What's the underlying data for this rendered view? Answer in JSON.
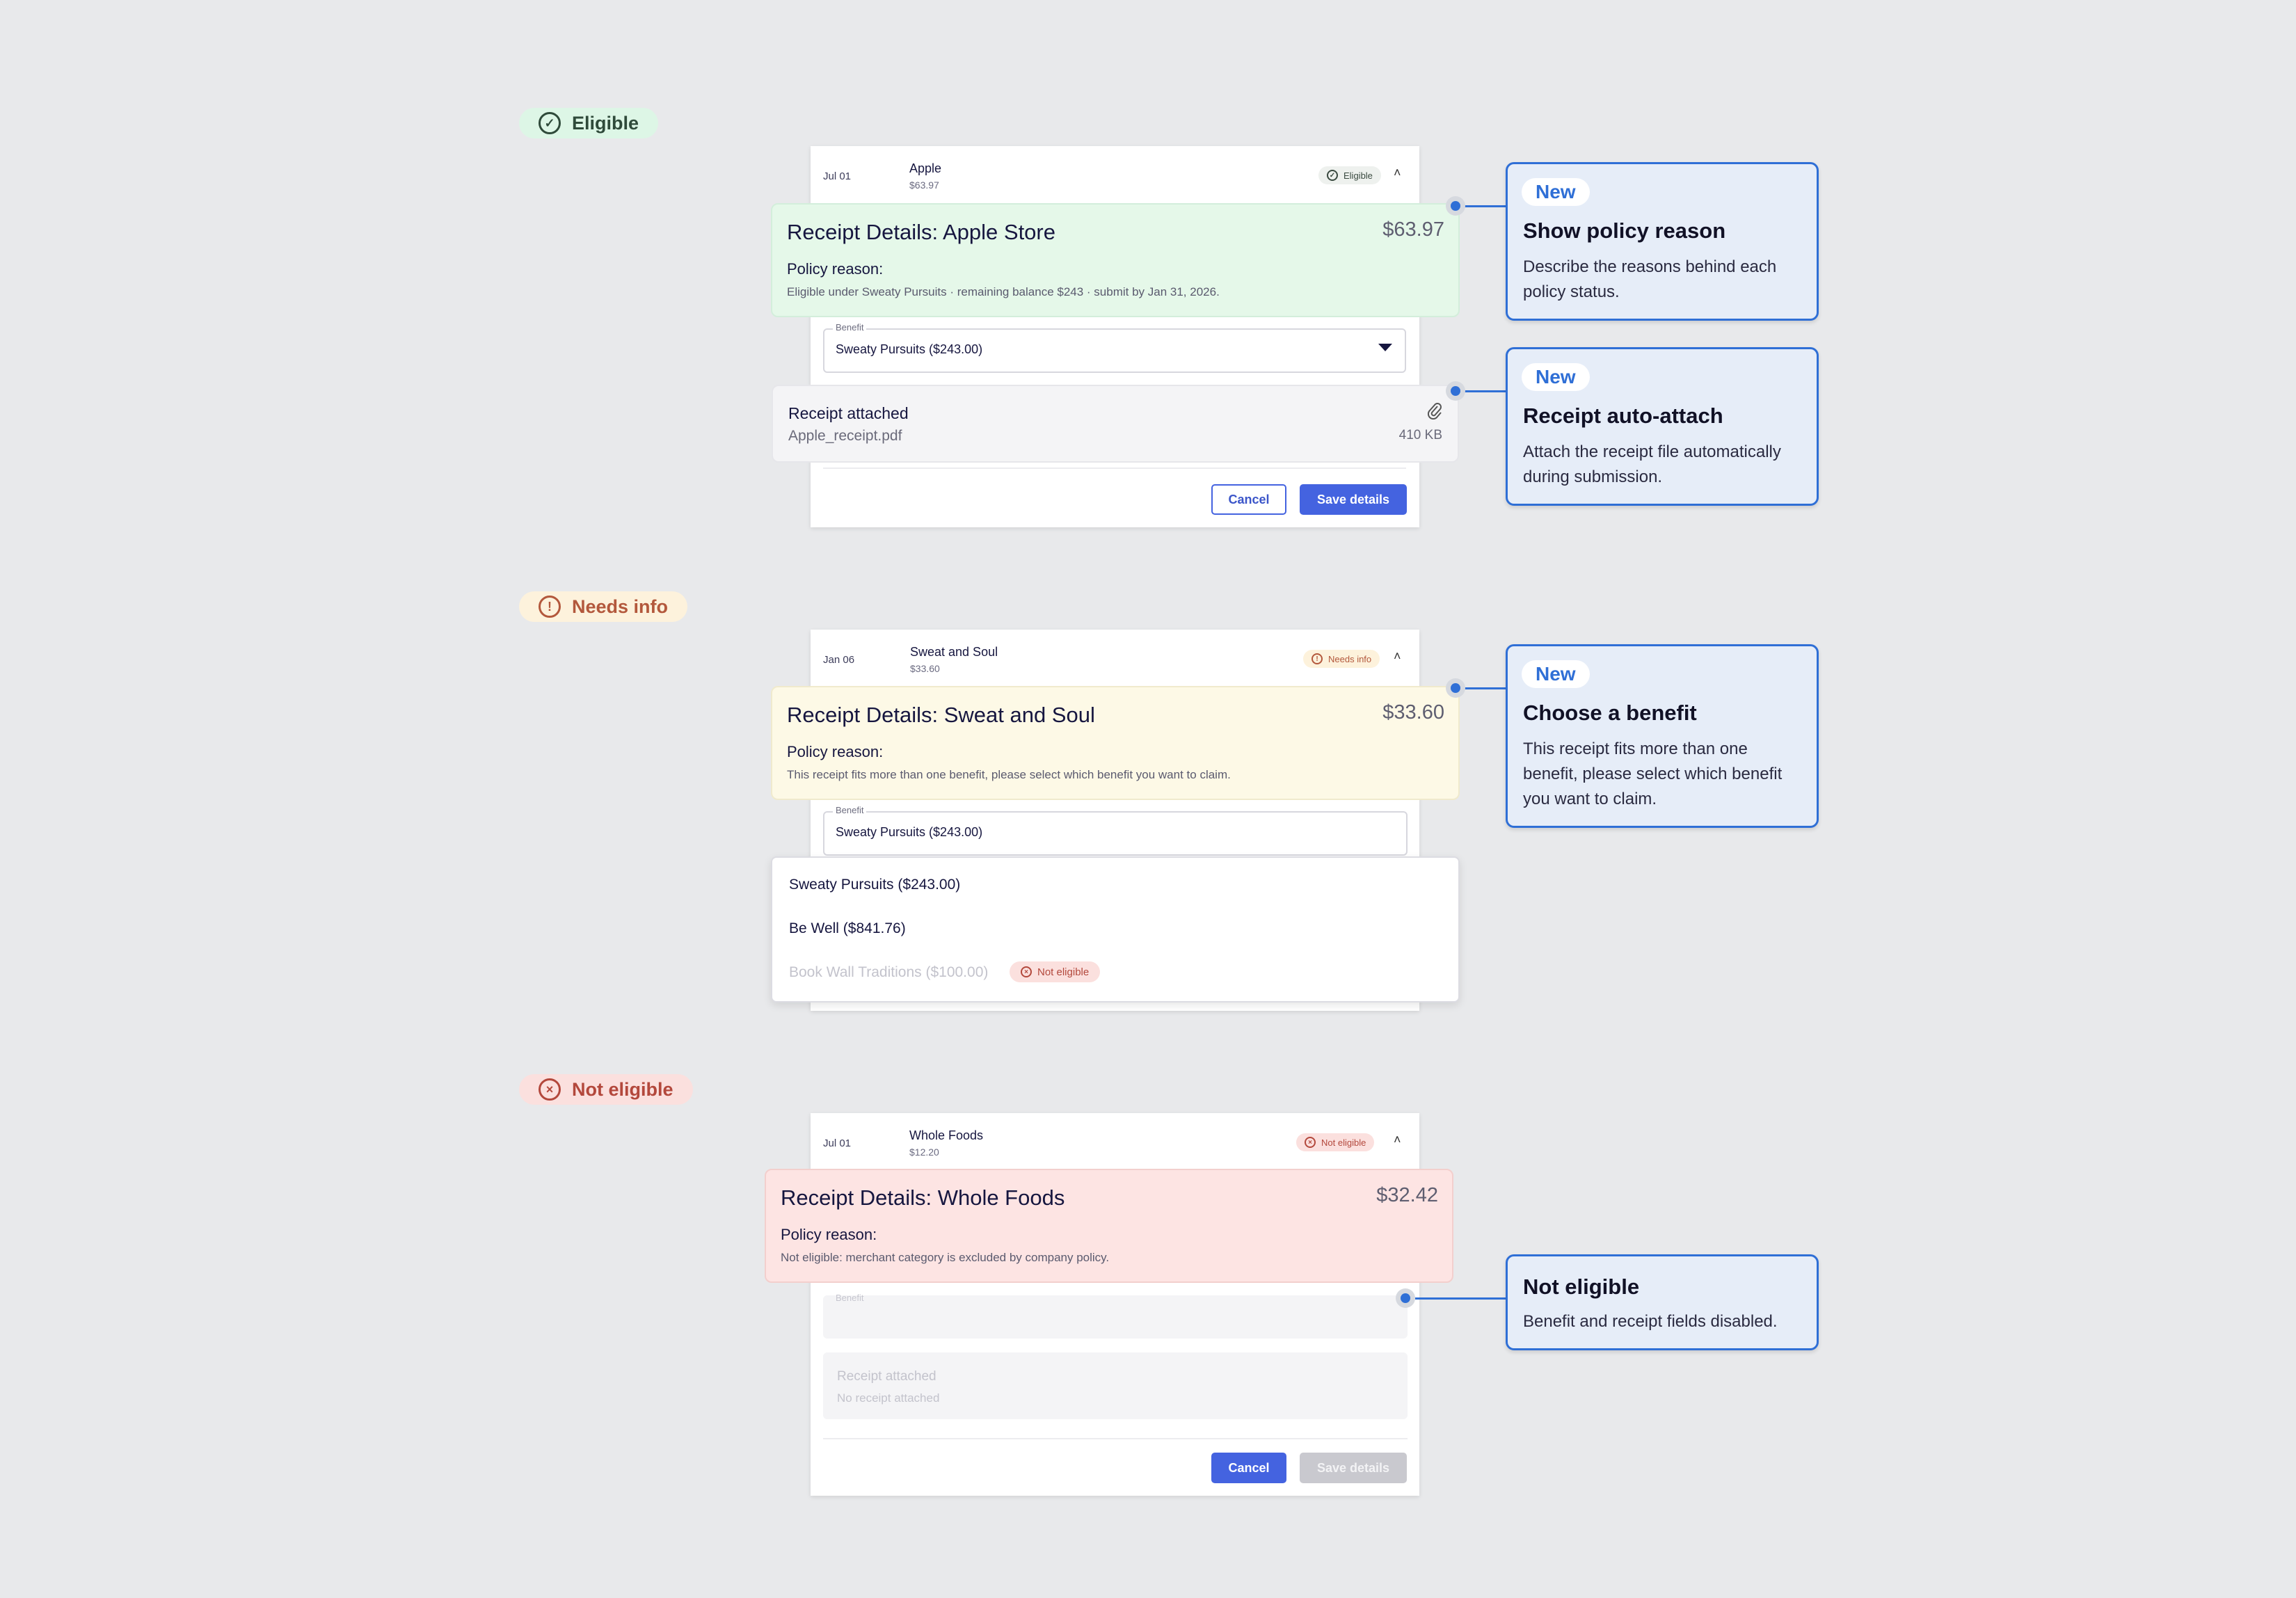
{
  "sections": {
    "eligible": {
      "pill_label": "Eligible",
      "row": {
        "date": "Jul 01",
        "merchant": "Apple",
        "amount": "$63.97",
        "badge": "Eligible"
      },
      "details": {
        "title": "Receipt Details: Apple Store",
        "amount": "$63.97",
        "reason_label": "Policy reason:",
        "reason": "Eligible under Sweaty Pursuits · remaining balance $243 · submit by Jan 31, 2026."
      },
      "benefit": {
        "label": "Benefit",
        "value": "Sweaty Pursuits ($243.00)"
      },
      "attachment": {
        "title": "Receipt attached",
        "file": "Apple_receipt.pdf",
        "size": "410 KB"
      },
      "buttons": {
        "cancel": "Cancel",
        "save": "Save details"
      }
    },
    "needs_info": {
      "pill_label": "Needs info",
      "row": {
        "date": "Jan 06",
        "merchant": "Sweat and Soul",
        "amount": "$33.60",
        "badge": "Needs info"
      },
      "details": {
        "title": "Receipt Details: Sweat and Soul",
        "amount": "$33.60",
        "reason_label": "Policy reason:",
        "reason": "This receipt fits more than one benefit, please select which benefit you want to claim."
      },
      "benefit": {
        "label": "Benefit",
        "value": "Sweaty Pursuits ($243.00)"
      },
      "options": [
        {
          "label": "Sweaty Pursuits ($243.00)"
        },
        {
          "label": "Be Well ($841.76)"
        },
        {
          "label": "Book Wall Traditions ($100.00)",
          "badge": "Not eligible"
        }
      ]
    },
    "not_eligible": {
      "pill_label": "Not eligible",
      "row": {
        "date": "Jul 01",
        "merchant": "Whole Foods",
        "amount": "$12.20",
        "badge": "Not eligible"
      },
      "details": {
        "title": "Receipt Details: Whole Foods",
        "amount": "$32.42",
        "reason_label": "Policy reason:",
        "reason": "Not eligible: merchant category is excluded by company policy."
      },
      "benefit": {
        "label": "Benefit"
      },
      "attachment": {
        "title": "Receipt attached",
        "file": "No receipt attached"
      },
      "buttons": {
        "cancel": "Cancel",
        "save": "Save details"
      }
    }
  },
  "annotations": [
    {
      "tag": "New",
      "title": "Show policy reason",
      "desc": "Describe the reasons behind each policy status."
    },
    {
      "tag": "New",
      "title": "Receipt auto-attach",
      "desc": "Attach the receipt file automatically during submission."
    },
    {
      "tag": "New",
      "title": "Choose a benefit",
      "desc": "This receipt fits more than one benefit, please select which benefit you want to claim."
    },
    {
      "title": "Not eligible",
      "desc": "Benefit and receipt fields disabled."
    }
  ],
  "colors": {
    "accent": "#2f6fd6",
    "primary_button": "#4463e0",
    "eligible_bg": "#e5f8e9",
    "needs_info_bg": "#fdf9e6",
    "not_eligible_bg": "#fde4e3"
  },
  "icons": {
    "eligible": "check-circle-icon",
    "needs_info": "exclamation-circle-icon",
    "not_eligible": "x-circle-icon",
    "attachment": "paperclip-icon",
    "expand": "chevron-up-icon",
    "select": "caret-down-icon"
  }
}
